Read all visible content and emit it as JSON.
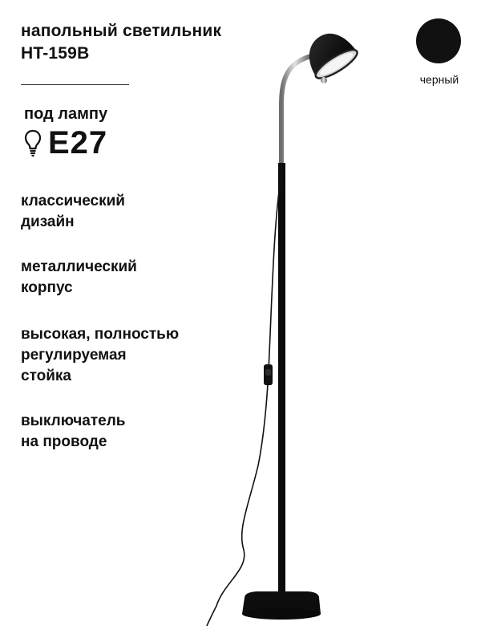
{
  "product": {
    "title_line1": "напольный светильник",
    "title_line2": "HT-159B"
  },
  "socket": {
    "label": "под лампу",
    "value": "E27",
    "icon": "lightbulb-icon"
  },
  "features": [
    {
      "line1": "классический",
      "line2": "дизайн"
    },
    {
      "line1": "металлический",
      "line2": "корпус"
    },
    {
      "line1": "высокая, полностью",
      "line2": "регулируемая",
      "line3": "стойка"
    },
    {
      "line1": "выключатель",
      "line2": "на проводе"
    }
  ],
  "color_option": {
    "label": "черный",
    "hex": "#111111"
  }
}
